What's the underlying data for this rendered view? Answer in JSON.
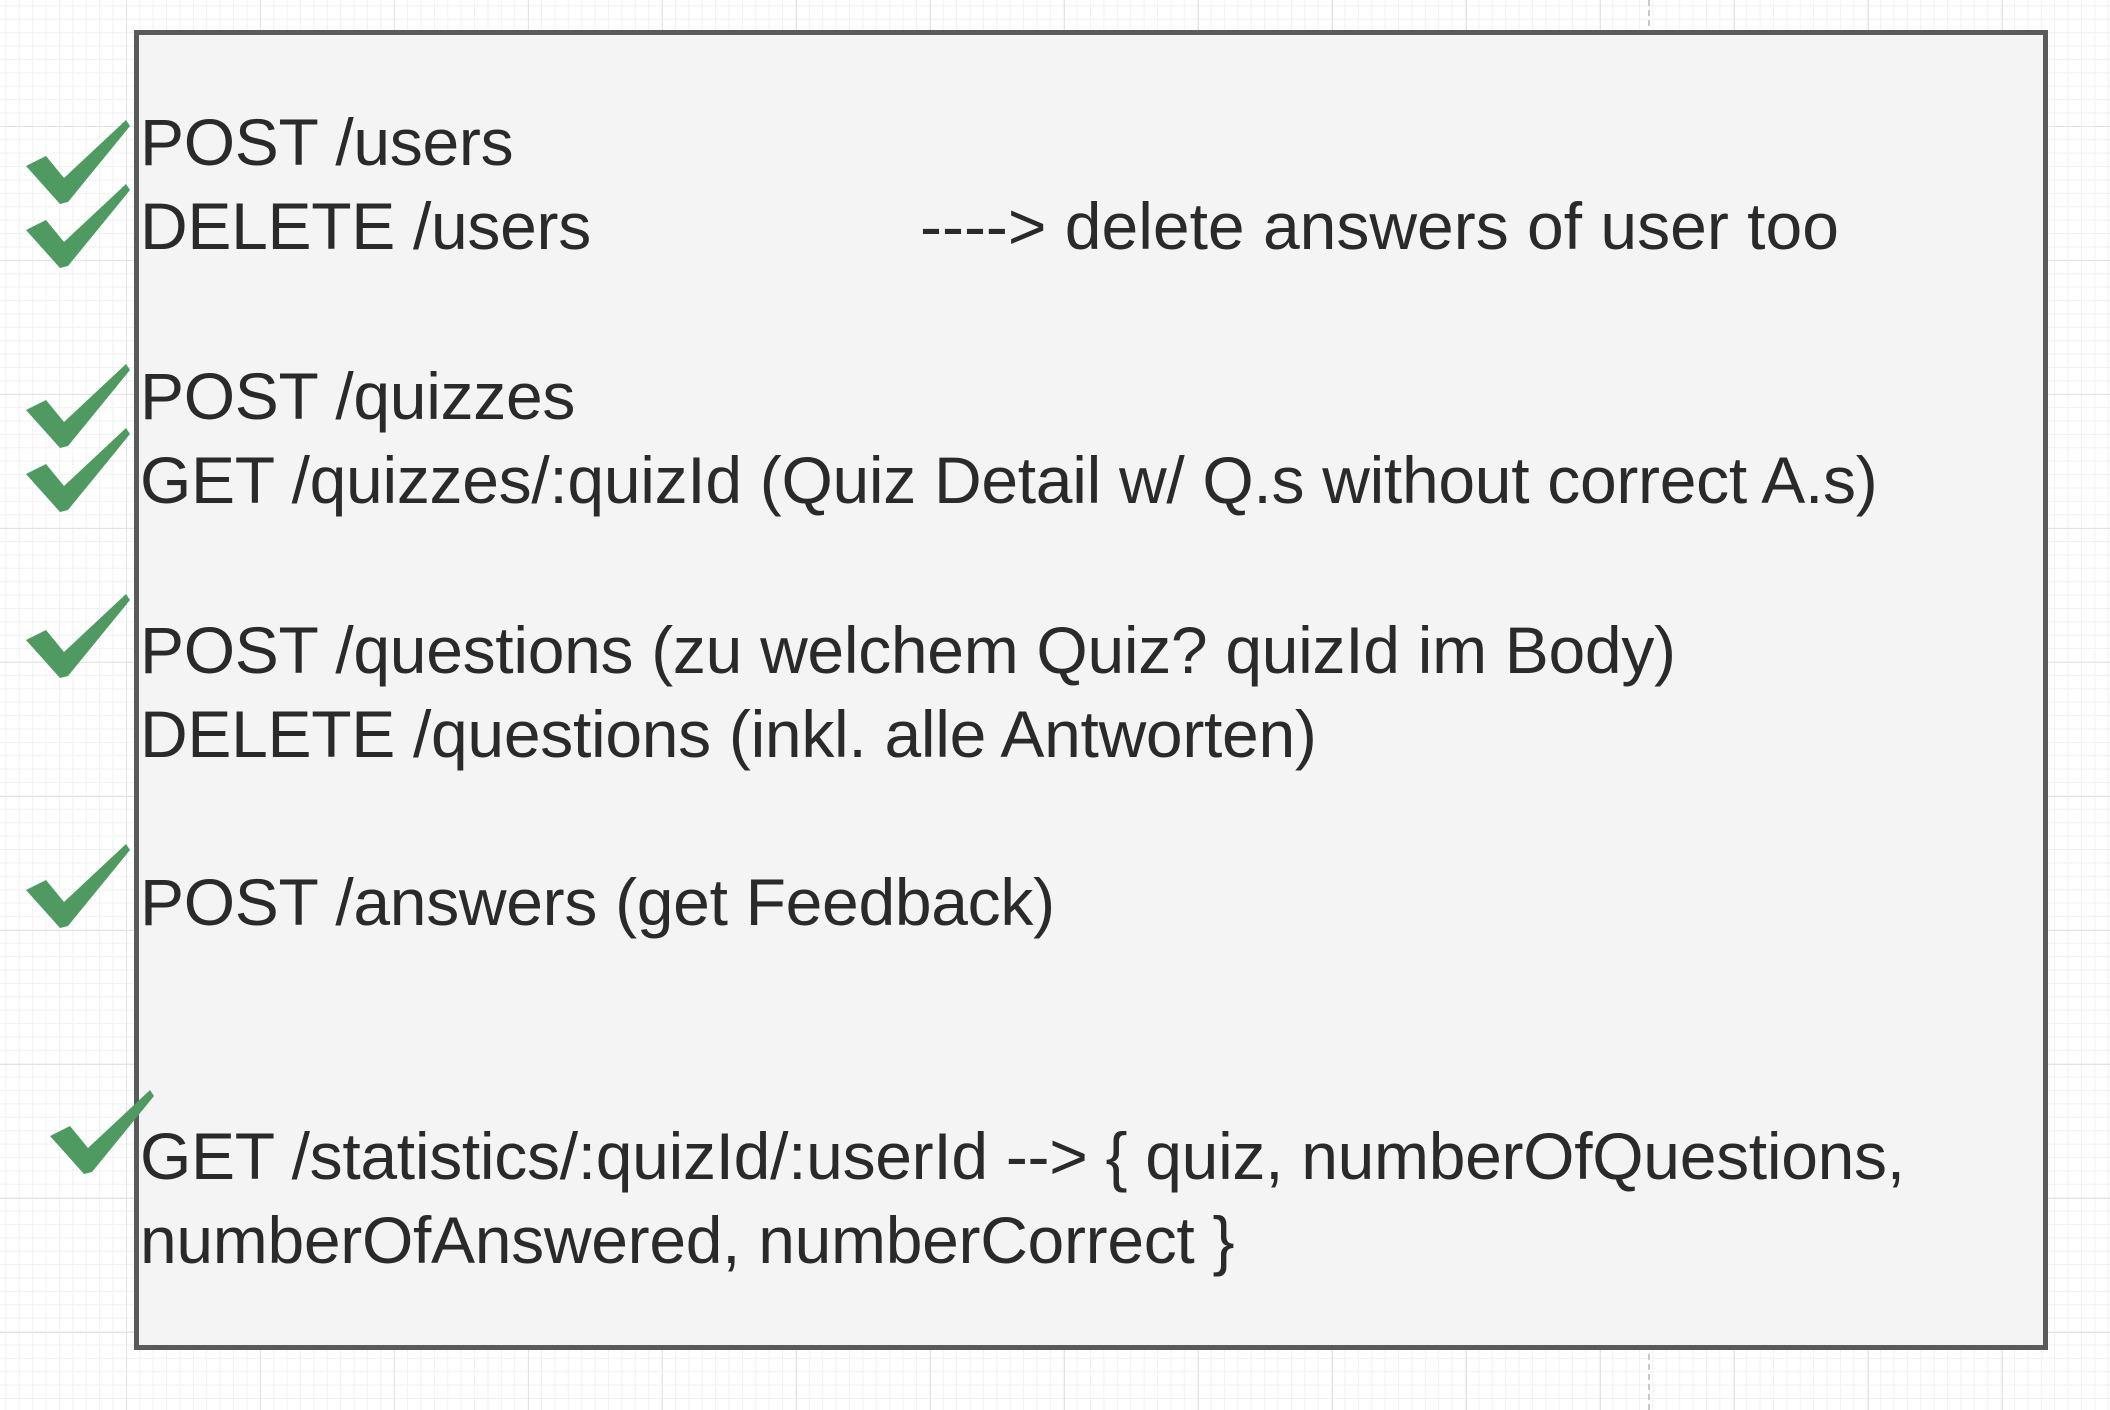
{
  "note": {
    "lines": [
      "POST /users",
      "DELETE /users",
      "POST /quizzes",
      "GET /quizzes/:quizId (Quiz Detail w/ Q.s without correct A.s)",
      "POST /questions (zu welchem Quiz? quizId im Body)",
      "DELETE /questions (inkl. alle Antworten)",
      "POST /answers (get Feedback)",
      "GET /statistics/:quizId/:userId --> { quiz, numberOfQuestions,",
      "numberOfAnswered,  numberCorrect }"
    ],
    "delete_users_note": "----> delete answers of user too"
  },
  "check_marks": {
    "icon": "checkmark-icon",
    "color": "#4f9a60",
    "checked_lines": [
      "POST /users",
      "DELETE /users",
      "POST /quizzes",
      "GET /quizzes/:quizId",
      "POST /questions",
      "POST /answers",
      "GET /statistics/:quizId/:userId"
    ]
  }
}
